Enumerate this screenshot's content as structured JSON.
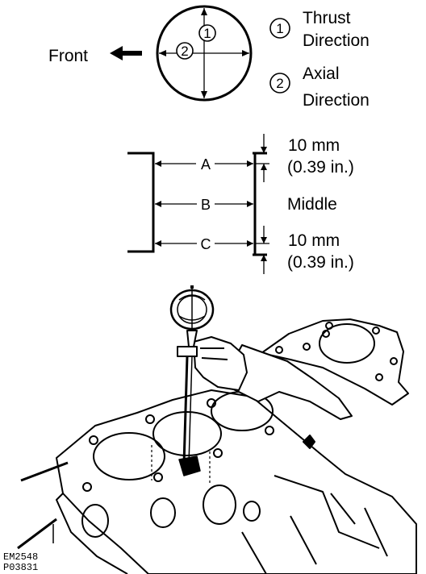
{
  "top_diagram": {
    "front_label": "Front",
    "marker_1": "1",
    "marker_2": "2",
    "legend": [
      {
        "marker": "1",
        "line1": "Thrust",
        "line2": "Direction"
      },
      {
        "marker": "2",
        "line1": "Axial",
        "line2": "Direction"
      }
    ]
  },
  "bore_diagram": {
    "letters": [
      "A",
      "B",
      "C"
    ],
    "upper_measure": {
      "line1": "10 mm",
      "line2": "(0.39 in.)"
    },
    "middle_label": "Middle",
    "lower_measure": {
      "line1": "10 mm",
      "line2": "(0.39 in.)"
    }
  },
  "figure_codes": [
    "EM2548",
    "P03831"
  ]
}
